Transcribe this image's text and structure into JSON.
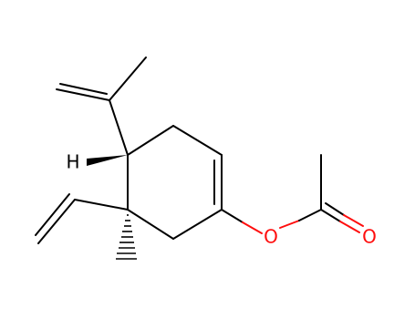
{
  "molecule": {
    "atoms": {
      "hydrogen": {
        "label": "H",
        "color": "#000000"
      },
      "ether_oxygen": {
        "label": "O",
        "color": "#ff0d0d"
      },
      "carbonyl_oxygen": {
        "label": "O",
        "color": "#ff0d0d"
      }
    },
    "colors": {
      "bond": "#000000",
      "oxygen": "#ff0d0d",
      "background": "#ffffff"
    },
    "stereo": {
      "wedge_to_hydrogen": "bold-wedge",
      "hash_to_methyl": "hashed-wedge"
    }
  }
}
